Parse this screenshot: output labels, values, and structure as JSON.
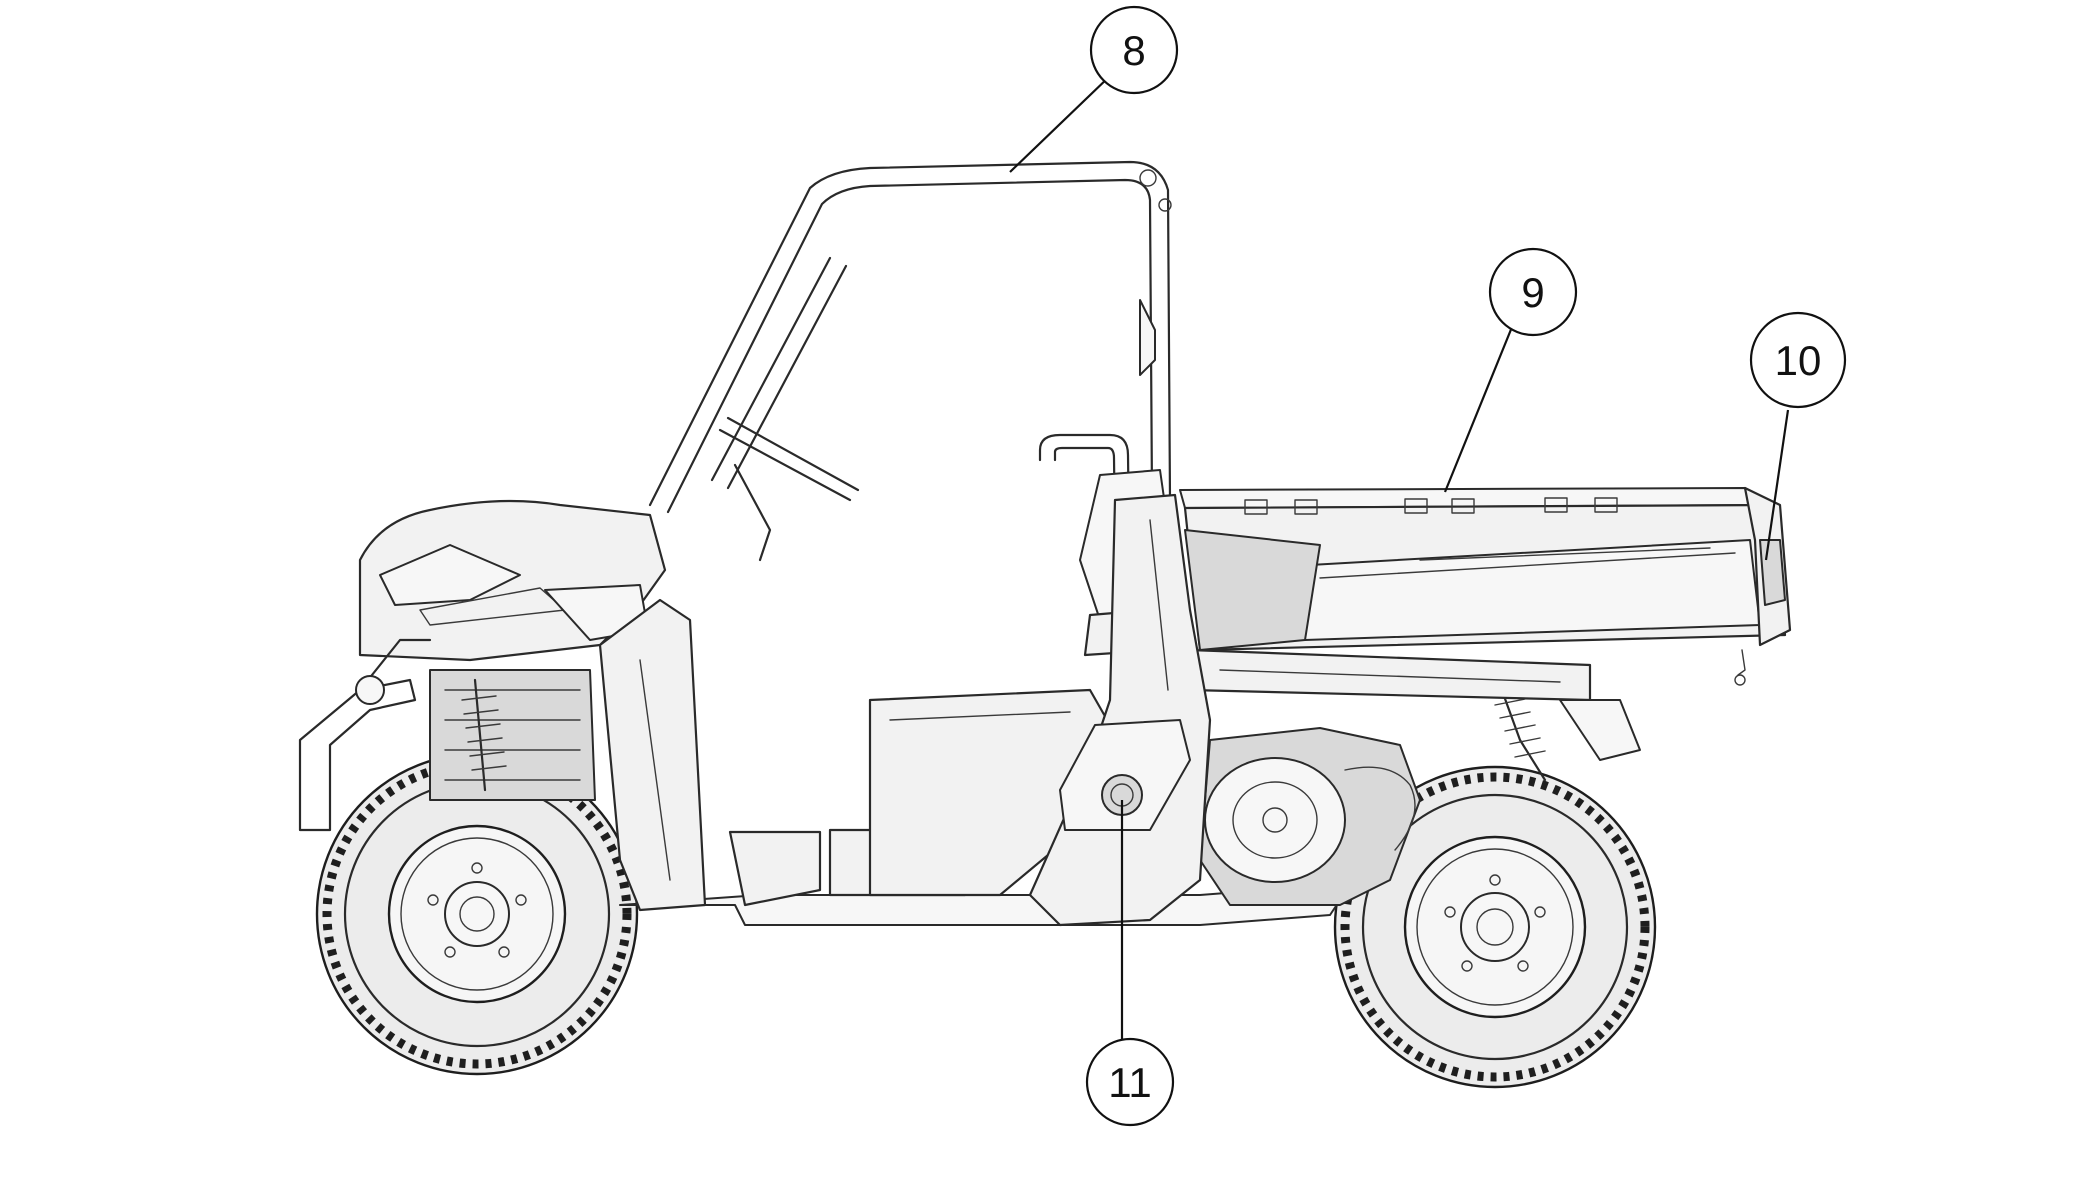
{
  "callouts": [
    {
      "id": "8",
      "label": "8"
    },
    {
      "id": "9",
      "label": "9"
    },
    {
      "id": "10",
      "label": "10"
    },
    {
      "id": "11",
      "label": "11"
    }
  ],
  "colors": {
    "line": "#2a2a2a",
    "background": "#ffffff",
    "panel": "#f2f2f2"
  }
}
